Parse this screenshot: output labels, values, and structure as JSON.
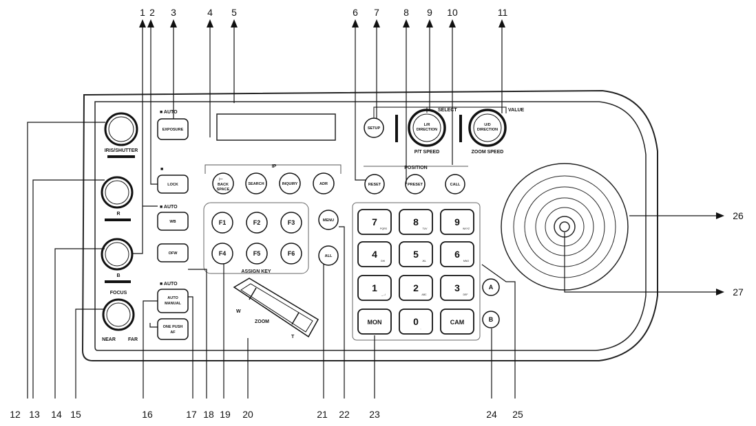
{
  "callout_numbers": [
    "1",
    "2",
    "3",
    "4",
    "5",
    "6",
    "7",
    "8",
    "9",
    "10",
    "11",
    "12",
    "13",
    "14",
    "15",
    "16",
    "17",
    "18",
    "19",
    "20",
    "21",
    "22",
    "23",
    "24",
    "25",
    "26",
    "27"
  ],
  "panel_labels": {
    "auto_exposure": "■ AUTO",
    "auto_lock": "■",
    "auto_wb": "■ AUTO",
    "auto_focus": "■ AUTO",
    "iris_shutter": "IRIS/SHUTTER",
    "r": "R",
    "b": "B",
    "focus": "FOCUS",
    "near": "NEAR",
    "far": "FAR",
    "ip": "IP",
    "position": "POSITION",
    "assign_key": "ASSIGN KEY",
    "select": "SELECT",
    "value": "VALUE",
    "pt_speed": "P/T SPEED",
    "zoom_speed": "ZOOM SPEED",
    "zoom": "ZOOM",
    "w": "W",
    "t": "T"
  },
  "buttons": {
    "exposure": "EXPOSURE",
    "lock": "LOCK",
    "wb": "WB",
    "ofw": "OFW",
    "auto_manual_1": "AUTO",
    "auto_manual_2": "MANUAL",
    "one_push_1": "ONE PUSH",
    "one_push_2": "AF",
    "back_space_1": "BACK",
    "back_space_2": "SPACE",
    "search": "SEARCH",
    "inquiry": "INQUIRY",
    "adr": "ADR",
    "setup": "SETUP",
    "reset": "RESET",
    "preset": "PRESET",
    "call": "CALL",
    "menu": "MENU",
    "all": "ALL",
    "lr_direction_1": "L/R",
    "lr_direction_2": "DIRECTION",
    "ud_direction_1": "U/D",
    "ud_direction_2": "DIRECTION"
  },
  "function_keys": [
    "F1",
    "F2",
    "F3",
    "F4",
    "F5",
    "F6"
  ],
  "keypad": [
    {
      "main": "7",
      "sub": "PQRS"
    },
    {
      "main": "8",
      "sub": "TUV"
    },
    {
      "main": "9",
      "sub": "WXYZ"
    },
    {
      "main": "4",
      "sub": "GHI"
    },
    {
      "main": "5",
      "sub": "JKL"
    },
    {
      "main": "6",
      "sub": "MNO"
    },
    {
      "main": "1",
      "sub": "_,.-/"
    },
    {
      "main": "2",
      "sub": "ABC"
    },
    {
      "main": "3",
      "sub": "DEF"
    },
    {
      "main": "MON",
      "sub": ""
    },
    {
      "main": "0",
      "sub": ","
    },
    {
      "main": "CAM",
      "sub": ""
    }
  ],
  "side_keys": [
    "A",
    "B"
  ]
}
